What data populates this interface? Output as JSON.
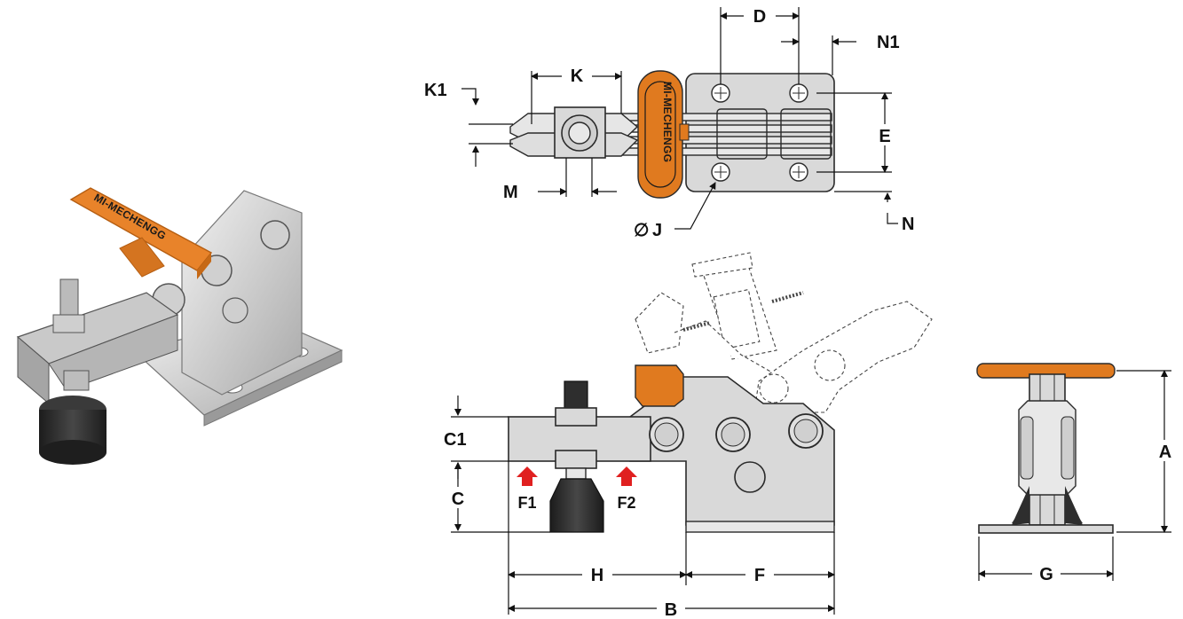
{
  "brand": {
    "logo_text": "MI-MECHENGG"
  },
  "dimensions": {
    "D": "D",
    "N1": "N1",
    "K": "K",
    "K1": "K1",
    "E": "E",
    "M": "M",
    "J": "J",
    "J_symbol": "∅",
    "N": "N",
    "C1": "C1",
    "C": "C",
    "H": "H",
    "F": "F",
    "B": "B",
    "A": "A",
    "G": "G"
  },
  "forces": {
    "F1": "F1",
    "F2": "F2"
  },
  "colors": {
    "handle_orange": "#e07a1f",
    "force_arrow_red": "#e02020",
    "steel": "#d9d9d9",
    "rubber": "#2e2e2e"
  }
}
